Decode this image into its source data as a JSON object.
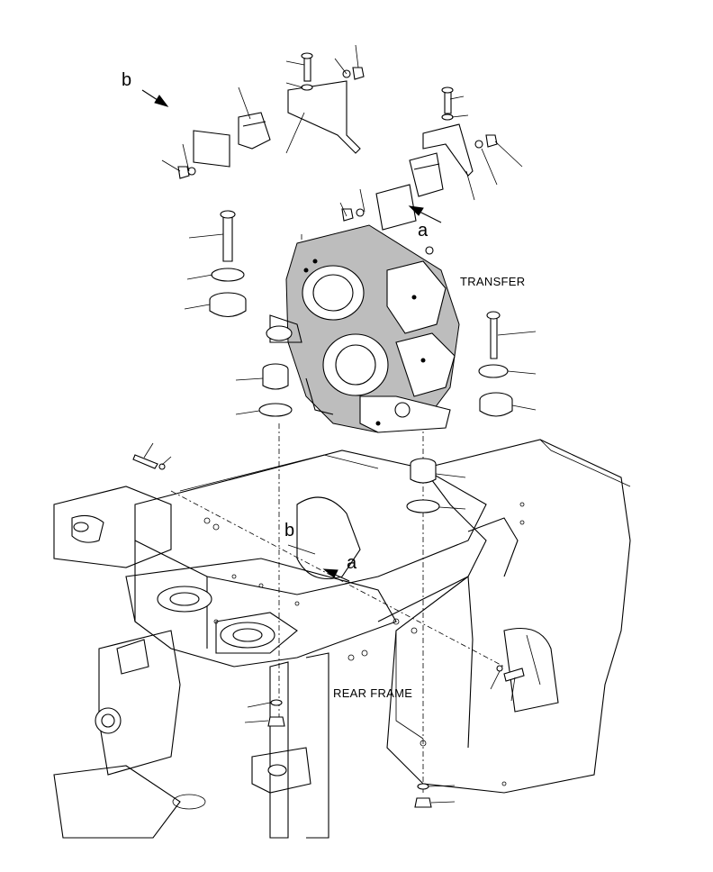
{
  "labels": {
    "transfer": "TRANSFER",
    "rear_frame": "REAR FRAME",
    "ref_a_top": "a",
    "ref_b_top": "b",
    "ref_a_frame": "a",
    "ref_b_frame": "b"
  }
}
